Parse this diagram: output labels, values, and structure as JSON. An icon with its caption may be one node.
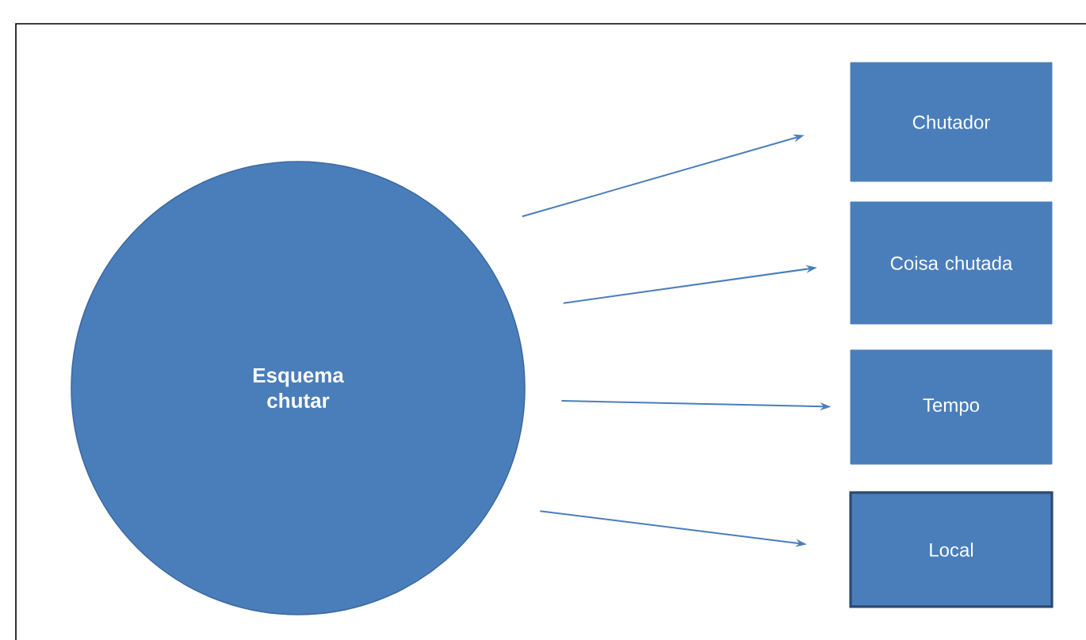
{
  "diagram": {
    "nodes": [
      {
        "text": [
          "Esquema chutar"
        ]
      },
      {
        "text": [
          "Chutador"
        ]
      },
      {
        "text": [
          "Coisa chutada"
        ]
      },
      {
        "text": [
          "Tempo"
        ]
      },
      {
        "text": [
          "Local"
        ]
      }
    ],
    "edges": [
      {
        "from": 0,
        "to": 1,
        "arrow": "to"
      },
      {
        "from": 0,
        "to": 2,
        "arrow": "to"
      },
      {
        "from": 0,
        "to": 3,
        "arrow": "to"
      },
      {
        "from": 0,
        "to": 4,
        "arrow": "to"
      }
    ]
  }
}
